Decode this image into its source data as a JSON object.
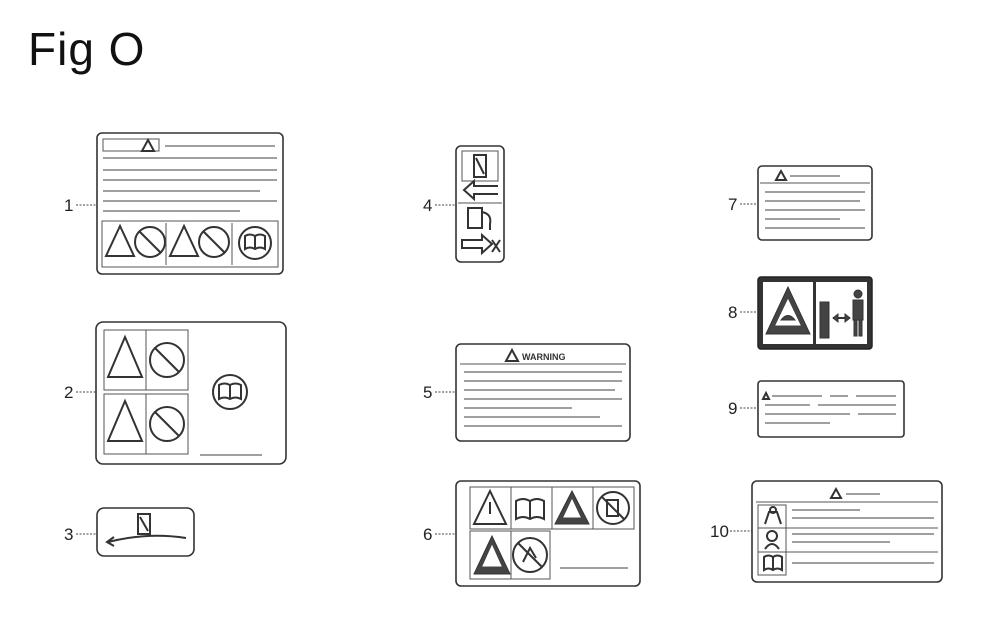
{
  "figure": {
    "title": "Fig O"
  },
  "parts": [
    {
      "number": "1"
    },
    {
      "number": "2"
    },
    {
      "number": "3"
    },
    {
      "number": "4"
    },
    {
      "number": "5",
      "banner": "WARNING"
    },
    {
      "number": "6"
    },
    {
      "number": "7"
    },
    {
      "number": "8"
    },
    {
      "number": "9"
    },
    {
      "number": "10"
    }
  ]
}
